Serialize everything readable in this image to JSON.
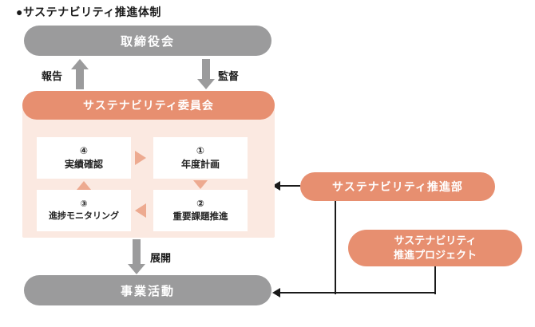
{
  "title": "●サステナビリティ推進体制",
  "colors": {
    "gray": "#9b9b9c",
    "salmon": "#e78f70",
    "panel_bg": "#fbe9e1",
    "cycle_arrow": "#edaa90",
    "connector_black": "#1a1a1a"
  },
  "nodes": {
    "board": "取締役会",
    "committee": "サステナビリティ委員会",
    "business": "事業活動",
    "department": "サステナビリティ推進部",
    "project": {
      "line1": "サステナビリティ",
      "line2": "推進プロジェクト"
    }
  },
  "flow_labels": {
    "report": "報告",
    "supervise": "監督",
    "deploy": "展開"
  },
  "cycle": {
    "step1": {
      "num": "①",
      "label": "年度計画"
    },
    "step2": {
      "num": "②",
      "label": "重要課題推進"
    },
    "step3": {
      "num": "③",
      "label": "進捗モニタリング"
    },
    "step4": {
      "num": "④",
      "label": "実績確認"
    }
  }
}
